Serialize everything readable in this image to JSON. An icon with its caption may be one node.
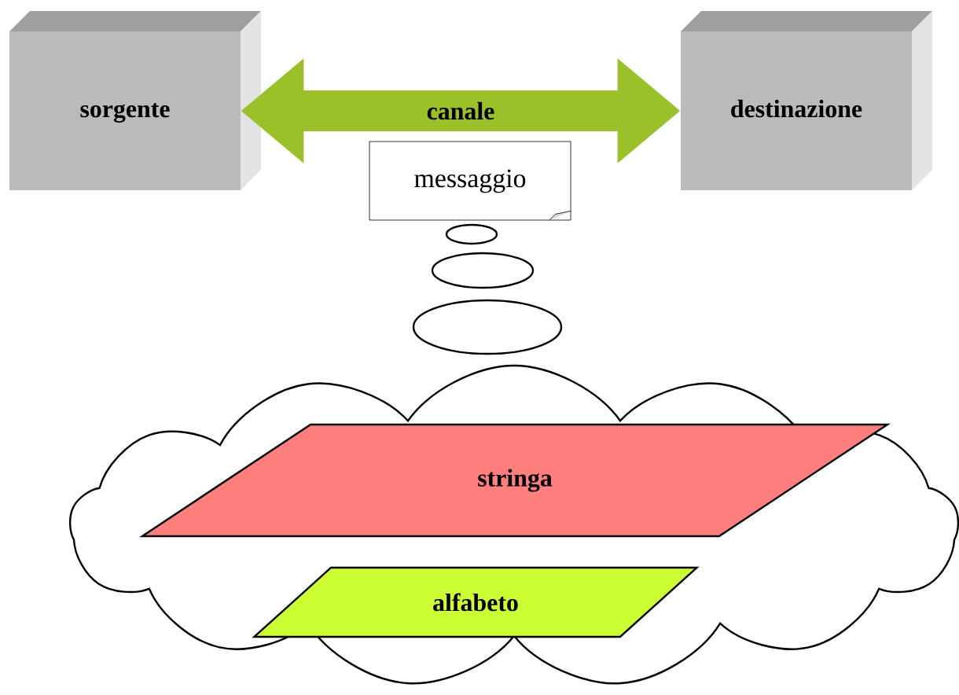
{
  "diagram": {
    "nodes": [
      {
        "text": [
          "sorgente"
        ]
      },
      {
        "text": [
          "destinazione"
        ]
      },
      {
        "text": [
          "messaggio"
        ]
      },
      {
        "text": [],
        "shape": "cloud"
      },
      {
        "text": [
          "stringa"
        ],
        "in": 3
      },
      {
        "text": [
          "alfabeto"
        ],
        "in": 3
      }
    ],
    "edges": [
      {
        "from": 0,
        "to": 1,
        "arrow": "both",
        "label": "canale",
        "color": "#9ac12a"
      }
    ]
  }
}
